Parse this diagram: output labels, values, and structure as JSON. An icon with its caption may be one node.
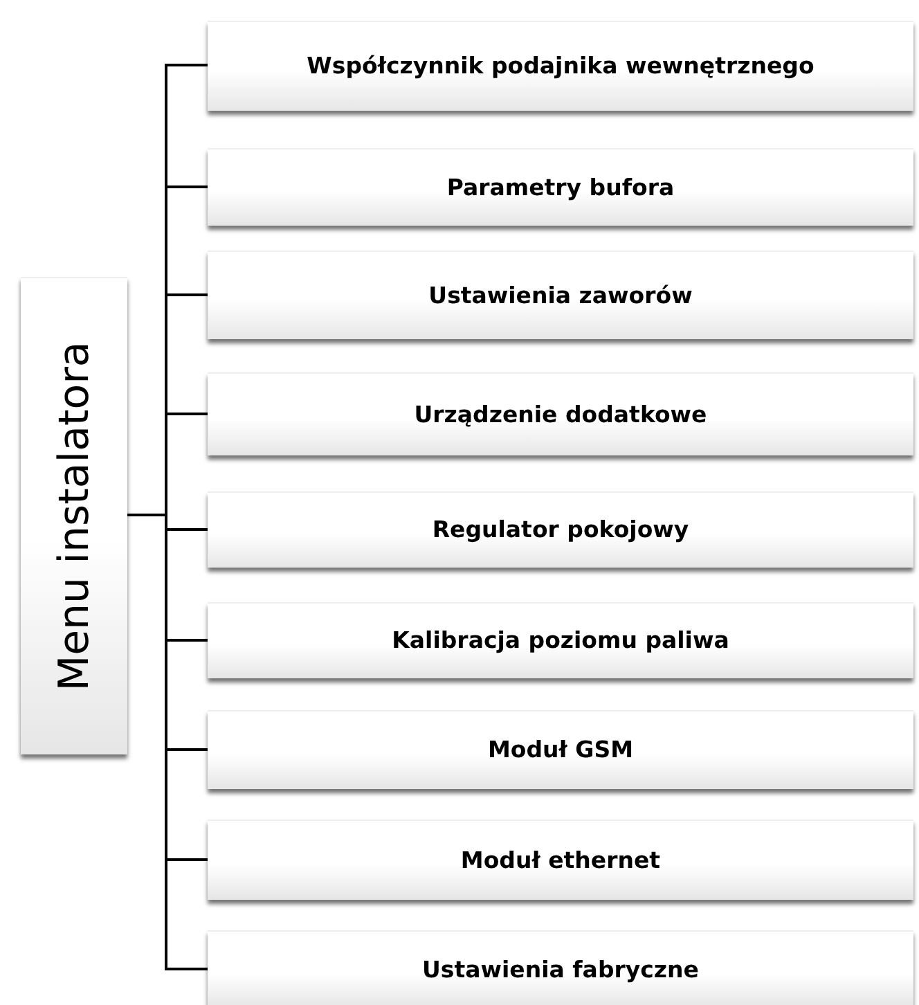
{
  "diagram": {
    "nodes": [
      {
        "text": [
          "Menu instalatora"
        ]
      },
      {
        "text": [
          "Współczynnik podajnika wewnętrznego"
        ]
      },
      {
        "text": [
          "Parametry bufora"
        ]
      },
      {
        "text": [
          "Ustawienia zaworów"
        ]
      },
      {
        "text": [
          "Urządzenie dodatkowe"
        ]
      },
      {
        "text": [
          "Regulator pokojowy"
        ]
      },
      {
        "text": [
          "Kalibracja poziomu paliwa"
        ]
      },
      {
        "text": [
          "Moduł GSM"
        ]
      },
      {
        "text": [
          "Moduł ethernet"
        ]
      },
      {
        "text": [
          "Ustawienia fabryczne"
        ]
      }
    ],
    "edges": [
      {
        "from": 0,
        "to": 1,
        "arrow": "none"
      },
      {
        "from": 0,
        "to": 2,
        "arrow": "none"
      },
      {
        "from": 0,
        "to": 3,
        "arrow": "none"
      },
      {
        "from": 0,
        "to": 4,
        "arrow": "none"
      },
      {
        "from": 0,
        "to": 5,
        "arrow": "none"
      },
      {
        "from": 0,
        "to": 6,
        "arrow": "none"
      },
      {
        "from": 0,
        "to": 7,
        "arrow": "none"
      },
      {
        "from": 0,
        "to": 8,
        "arrow": "none"
      },
      {
        "from": 0,
        "to": 9,
        "arrow": "none"
      }
    ]
  }
}
